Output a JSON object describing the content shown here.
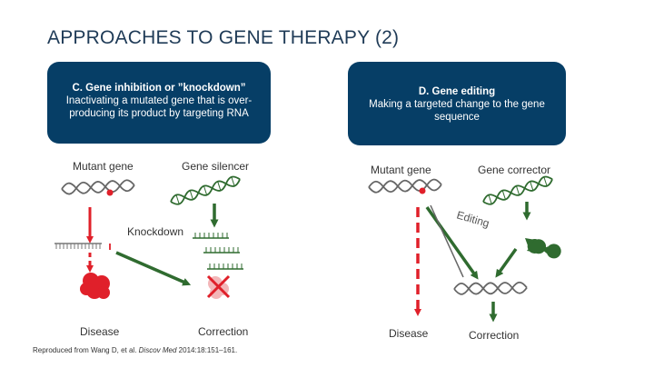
{
  "title": "APPROACHES TO GENE THERAPY (2)",
  "panel_c": {
    "heading": "C. Gene inhibition or ”knockdown”",
    "text": "Inactivating a mutated gene that is over-producing its product by targeting RNA",
    "mutant_gene": "Mutant gene",
    "gene_silencer": "Gene silencer",
    "knockdown": "Knockdown",
    "disease": "Disease",
    "correction": "Correction"
  },
  "panel_d": {
    "heading": "D. Gene editing",
    "text": "Making a targeted change to the gene sequence",
    "mutant_gene": "Mutant gene",
    "gene_corrector": "Gene corrector",
    "editing": "Editing",
    "disease": "Disease",
    "correction": "Correction"
  },
  "citation": {
    "prefix": "Reproduced from Wang D, et al. ",
    "journal": "Discov Med",
    "suffix": " 2014:18:151–161."
  },
  "colors": {
    "navy": "#063e66",
    "red": "#e0202a",
    "green": "#2f6b2f",
    "gray": "#666666"
  }
}
